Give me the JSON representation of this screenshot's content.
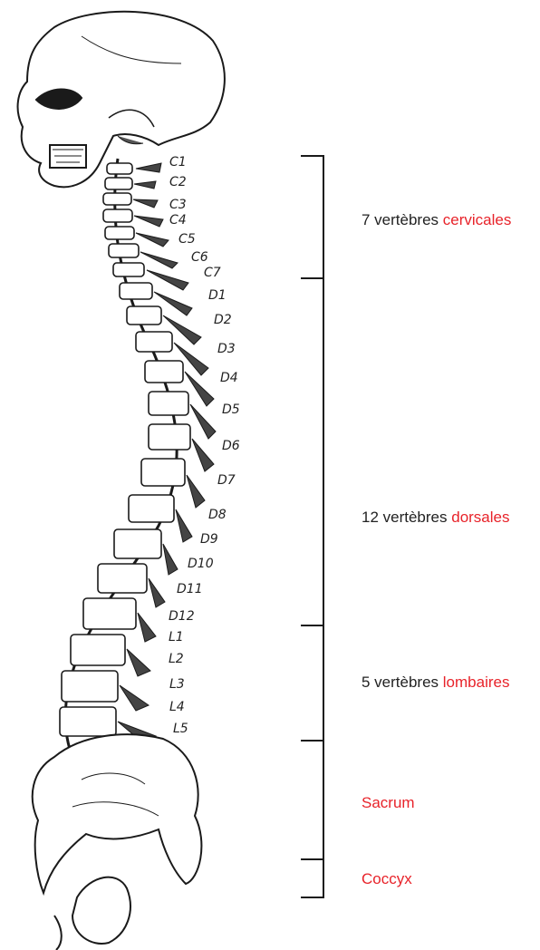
{
  "colors": {
    "accent": "#e8232a",
    "ink": "#1a1a1a",
    "text": "#222222"
  },
  "vertebra_labels": [
    "C1",
    "C2",
    "C3",
    "C4",
    "C5",
    "C6",
    "C7",
    "D1",
    "D2",
    "D3",
    "D4",
    "D5",
    "D6",
    "D7",
    "D8",
    "D9",
    "D10",
    "D11",
    "D12",
    "L1",
    "L2",
    "L3",
    "L4",
    "L5"
  ],
  "regions": {
    "cervical": {
      "prefix": "7 vertèbres ",
      "highlight": "cervicales"
    },
    "dorsal": {
      "prefix": "12 vertèbres ",
      "highlight": "dorsales"
    },
    "lumbar": {
      "prefix": "5 vertèbres ",
      "highlight": "lombaires"
    },
    "sacrum": {
      "prefix": "",
      "highlight": "Sacrum"
    },
    "coccyx": {
      "prefix": "",
      "highlight": "Coccyx"
    }
  }
}
